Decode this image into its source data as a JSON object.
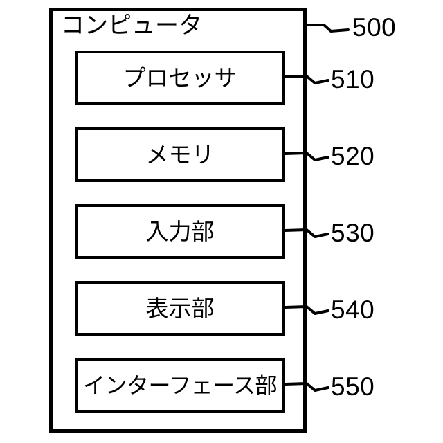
{
  "figure": {
    "outer": {
      "title": "コンピュータ",
      "ref": "500"
    },
    "units": [
      {
        "label": "プロセッサ",
        "ref": "510"
      },
      {
        "label": "メモリ",
        "ref": "520"
      },
      {
        "label": "入力部",
        "ref": "530"
      },
      {
        "label": "表示部",
        "ref": "540"
      },
      {
        "label": "インターフェース部",
        "ref": "550"
      }
    ],
    "colors": {
      "line": "#000000",
      "background": "#ffffff"
    }
  }
}
